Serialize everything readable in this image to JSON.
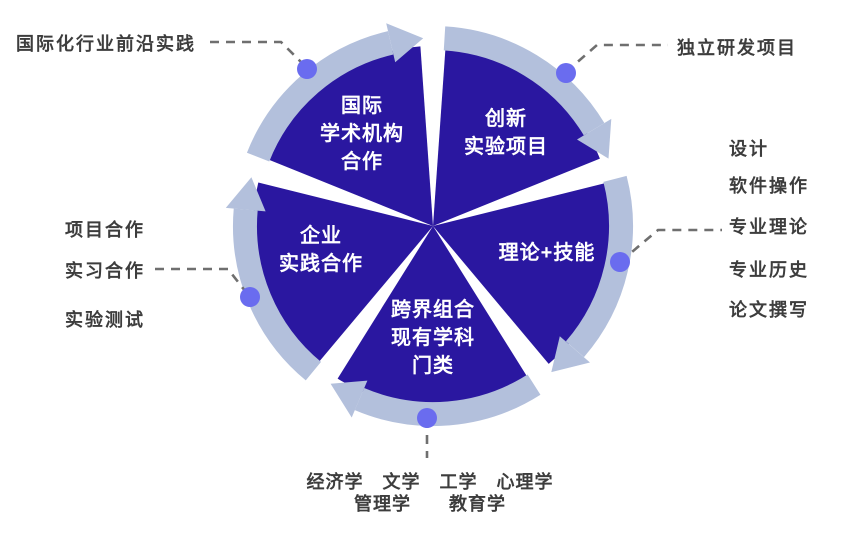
{
  "diagram": {
    "colors": {
      "segment_fill": "#2a17a0",
      "ring": "#b3c0dc",
      "dot": "#6a6cef",
      "connector": "#6f6f6f",
      "callout_text": "#3d3d3d",
      "segment_text": "#ffffff"
    },
    "segments": [
      {
        "id": "international-academic-cooperation",
        "lines": [
          "国际",
          "学术机构",
          "合作"
        ]
      },
      {
        "id": "innovation-experiment-projects",
        "lines": [
          "创新",
          "实验项目"
        ]
      },
      {
        "id": "theory-plus-skills",
        "lines": [
          "理论+技能"
        ]
      },
      {
        "id": "cross-discipline-combination",
        "lines": [
          "跨界组合",
          "现有学科",
          "门类"
        ]
      },
      {
        "id": "enterprise-practice-cooperation",
        "lines": [
          "企业",
          "实践合作"
        ]
      }
    ]
  },
  "callouts": {
    "top_left": "国际化行业前沿实践",
    "top_right": "独立研发项目",
    "right_items": [
      "设计",
      "软件操作",
      "专业理论",
      "专业历史",
      "论文撰写"
    ],
    "left_items": [
      "项目合作",
      "实习合作",
      "实验测试"
    ],
    "bottom_rows": [
      "经济学　文学　工学　心理学",
      "管理学　　教育学"
    ]
  }
}
